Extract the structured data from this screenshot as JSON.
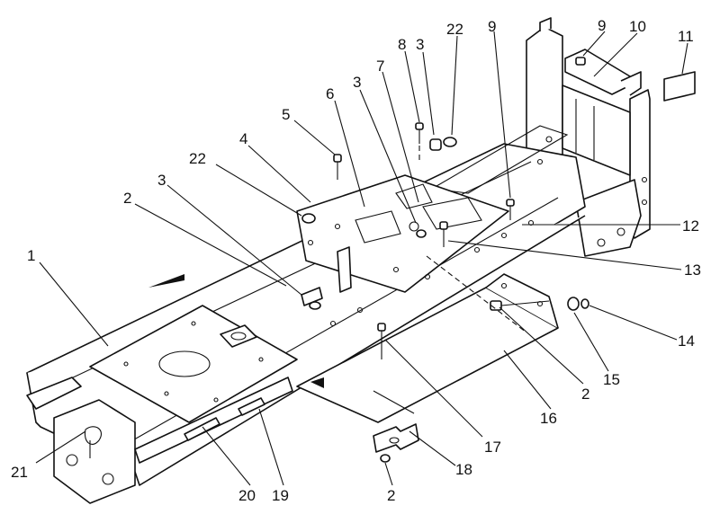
{
  "colors": {
    "ink": "#111111",
    "paper": "#ffffff"
  },
  "callouts": [
    {
      "id": "c1",
      "text": "1"
    },
    {
      "id": "c2a",
      "text": "2"
    },
    {
      "id": "c3a",
      "text": "3"
    },
    {
      "id": "c22a",
      "text": "22"
    },
    {
      "id": "c4",
      "text": "4"
    },
    {
      "id": "c5",
      "text": "5"
    },
    {
      "id": "c6",
      "text": "6"
    },
    {
      "id": "c3b",
      "text": "3"
    },
    {
      "id": "c7",
      "text": "7"
    },
    {
      "id": "c8",
      "text": "8"
    },
    {
      "id": "c3c",
      "text": "3"
    },
    {
      "id": "c22b",
      "text": "22"
    },
    {
      "id": "c9a",
      "text": "9"
    },
    {
      "id": "c9b",
      "text": "9"
    },
    {
      "id": "c10",
      "text": "10"
    },
    {
      "id": "c11",
      "text": "11"
    },
    {
      "id": "c12",
      "text": "12"
    },
    {
      "id": "c13",
      "text": "13"
    },
    {
      "id": "c14",
      "text": "14"
    },
    {
      "id": "c15",
      "text": "15"
    },
    {
      "id": "c2b",
      "text": "2"
    },
    {
      "id": "c16",
      "text": "16"
    },
    {
      "id": "c17",
      "text": "17"
    },
    {
      "id": "c18",
      "text": "18"
    },
    {
      "id": "c2c",
      "text": "2"
    },
    {
      "id": "c19",
      "text": "19"
    },
    {
      "id": "c20",
      "text": "20"
    },
    {
      "id": "c21",
      "text": "21"
    }
  ]
}
